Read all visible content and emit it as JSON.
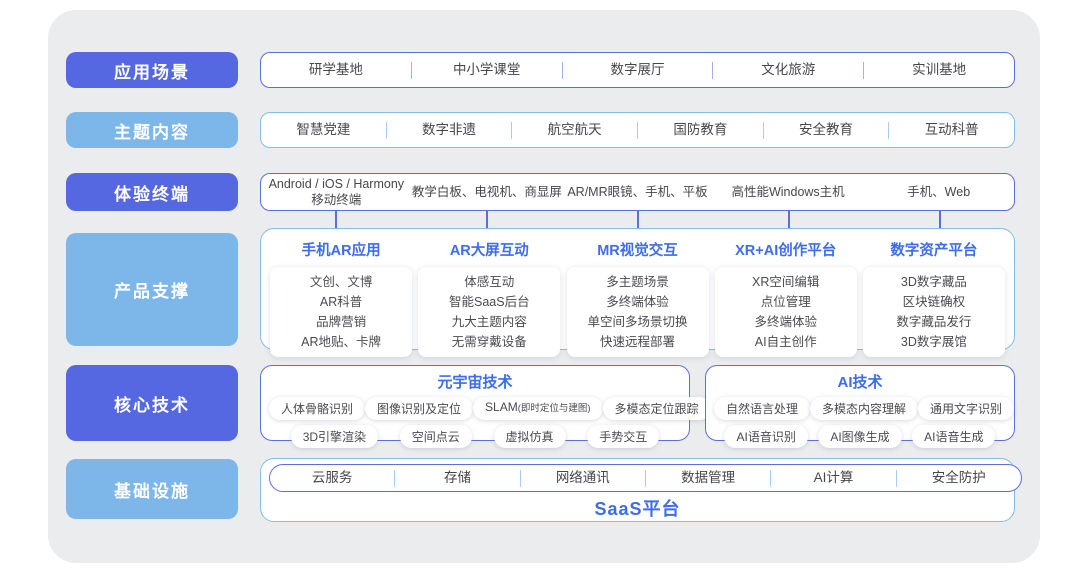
{
  "colors": {
    "indigo": "#5567e1",
    "light_blue": "#7db6e9",
    "accent_text": "#3d6cec",
    "card_background": "#ebeced",
    "body_text": "#46474e"
  },
  "rows": {
    "application": {
      "label": "应用场景",
      "items": [
        "研学基地",
        "中小学课堂",
        "数字展厅",
        "文化旅游",
        "实训基地"
      ]
    },
    "theme": {
      "label": "主题内容",
      "items": [
        "智慧党建",
        "数字非遗",
        "航空航天",
        "国防教育",
        "安全教育",
        "互动科普"
      ]
    },
    "terminal": {
      "label": "体验终端",
      "items": [
        [
          "Android / iOS / Harmony",
          "移动终端"
        ],
        [
          "教学白板、电视机、商显屏"
        ],
        [
          "AR/MR眼镜、手机、平板"
        ],
        [
          "高性能Windows主机"
        ],
        [
          "手机、Web"
        ]
      ]
    }
  },
  "products": {
    "label": "产品支撑",
    "columns": [
      {
        "title": "手机AR应用",
        "items": [
          "文创、文博",
          "AR科普",
          "品牌营销",
          "AR地贴、卡牌"
        ]
      },
      {
        "title": "AR大屏互动",
        "items": [
          "体感互动",
          "智能SaaS后台",
          "九大主题内容",
          "无需穿戴设备"
        ]
      },
      {
        "title": "MR视觉交互",
        "items": [
          "多主题场景",
          "多终端体验",
          "单空间多场景切换",
          "快速远程部署"
        ]
      },
      {
        "title": "XR+AI创作平台",
        "items": [
          "XR空间编辑",
          "点位管理",
          "多终端体验",
          "AI自主创作"
        ]
      },
      {
        "title": "数字资产平台",
        "items": [
          "3D数字藏品",
          "区块链确权",
          "数字藏品发行",
          "3D数字展馆"
        ]
      }
    ]
  },
  "core_tech": {
    "label": "核心技术",
    "groups": [
      {
        "title": "元宇宙技术",
        "rows": [
          [
            "人体骨骼识别",
            "图像识别及定位",
            "SLAM(即时定位与建图)",
            "多模态定位跟踪"
          ],
          [
            "3D引擎渲染",
            "空间点云",
            "虚拟仿真",
            "手势交互"
          ]
        ]
      },
      {
        "title": "AI技术",
        "rows": [
          [
            "自然语言处理",
            "多模态内容理解",
            "通用文字识别"
          ],
          [
            "AI语音识别",
            "AI图像生成",
            "AI语音生成"
          ]
        ]
      }
    ]
  },
  "infrastructure": {
    "label": "基础设施",
    "items": [
      "云服务",
      "存储",
      "网络通讯",
      "数据管理",
      "AI计算",
      "安全防护"
    ],
    "platform": "SaaS平台"
  }
}
